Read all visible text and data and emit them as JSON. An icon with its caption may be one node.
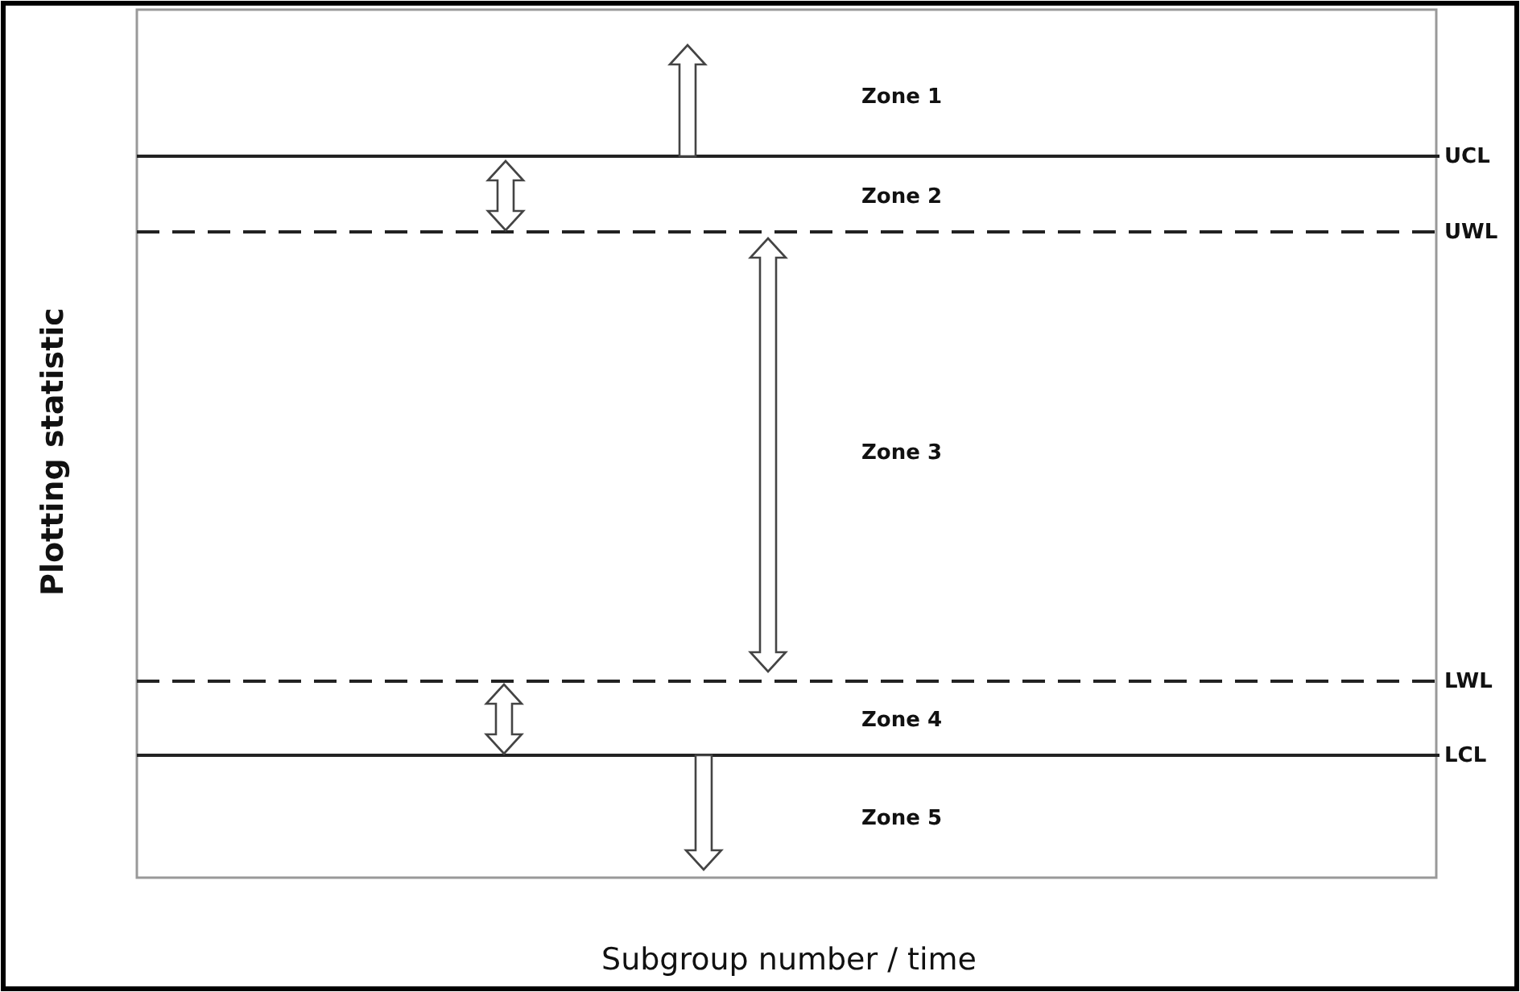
{
  "diagram": {
    "labels": [
      "Zone 1",
      "UCL",
      "Zone 2",
      "UWL",
      "Zone 3",
      "LWL",
      "Zone 4",
      "LCL",
      "Zone 5",
      "Plotting statistic",
      "Subgroup number / time"
    ]
  }
}
